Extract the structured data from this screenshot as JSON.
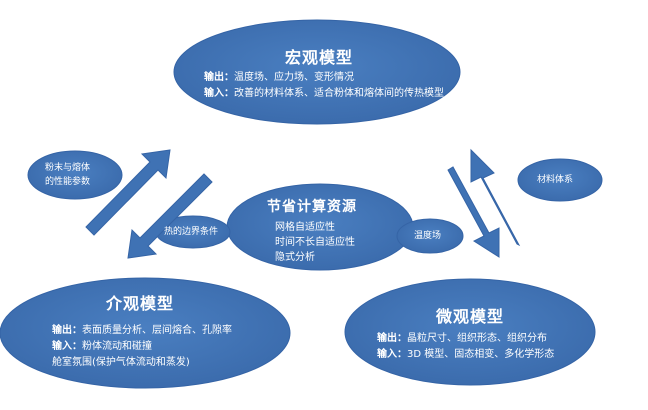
{
  "colors": {
    "ellipse_fill": "#3f72b4",
    "ellipse_stroke": "#3564a6",
    "text": "#ffffff"
  },
  "macro": {
    "title": "宏观模型",
    "output_label": "输出：",
    "output_text": "温度场、应力场、变形情况",
    "input_label": "输入：",
    "input_text": "改善的材料体系、适合粉体和熔体间的传热模型"
  },
  "center": {
    "title": "节省计算资源",
    "lines": [
      "网格自适应性",
      "时间不长自适应性",
      "隐式分析"
    ]
  },
  "meso": {
    "title": "介观模型",
    "output_label": "输出：",
    "output_text": "表面质量分析、层间熔合、孔隙率",
    "input_label": "输入：",
    "input_text": "粉体流动和碰撞",
    "extra": "舱室氛围(保护气体流动和蒸发)"
  },
  "micro": {
    "title": "微观模型",
    "output_label": "输出：",
    "output_text": "晶粒尺寸、组织形态、组织分布",
    "input_label": "输入：",
    "input_text": "3D 模型、固态相变、多化学形态"
  },
  "small_labels": {
    "powder_line1": "粉末与熔体",
    "powder_line2": "的性能参数",
    "thermal_bc": "热的边界条件",
    "temperature_field": "温度场",
    "material_system": "材料体系"
  }
}
